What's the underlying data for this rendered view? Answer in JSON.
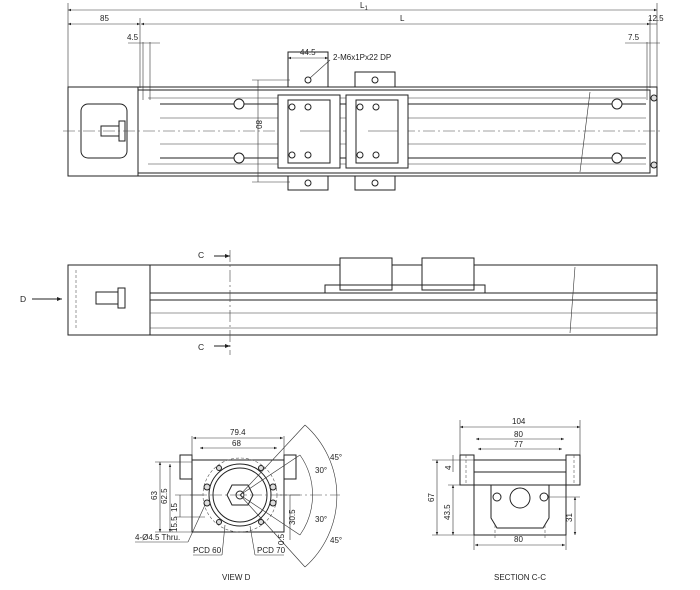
{
  "top_view": {
    "dim_L1": "L",
    "dim_L1_sub": "1",
    "dim_L": "L",
    "dim_85": "85",
    "dim_12_5": "12.5",
    "dim_4_5": "4.5",
    "dim_7_5": "7.5",
    "dim_44_5": "44.5",
    "callout_tap": "2-M6x1Px22 DP",
    "dim_80": "80"
  },
  "side_view": {
    "section_mark_top": "C",
    "section_mark_bottom": "C",
    "view_arrow": "D"
  },
  "view_d": {
    "title": "VIEW D",
    "dim_79_4": "79.4",
    "dim_68": "68",
    "dim_63": "63",
    "dim_62_5": "62.5",
    "dim_15": "15",
    "dim_15_5": "15.5",
    "angle_45_top": "45°",
    "angle_30_top": "30°",
    "angle_30_bottom": "30°",
    "angle_45_bottom": "45°",
    "dim_30_5": "30.5",
    "dim_0_5": "0.5",
    "holes": "4-Ø4.5 Thru.",
    "pcd_60": "PCD 60",
    "pcd_70": "PCD 70"
  },
  "section_cc": {
    "title": "SECTION C-C",
    "dim_104": "104",
    "dim_80_top": "80",
    "dim_77": "77",
    "dim_4": "4",
    "dim_67": "67",
    "dim_43_5": "43.5",
    "dim_31": "31",
    "dim_80_bottom": "80"
  }
}
